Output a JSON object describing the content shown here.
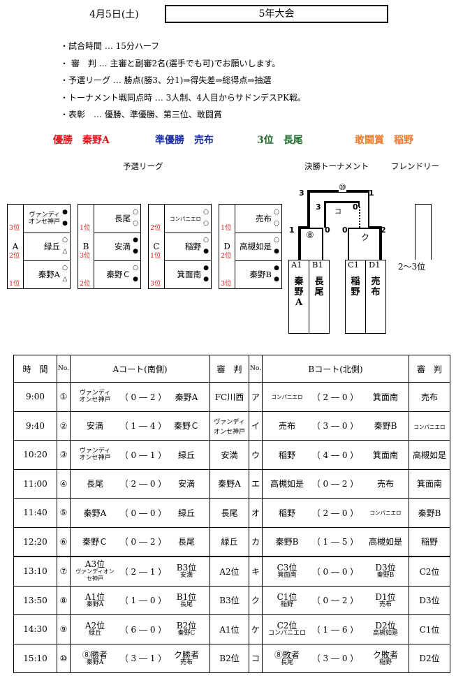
{
  "header": {
    "date": "4月5日(土)",
    "title": "5年大会"
  },
  "rules": [
    "・試合時間 … 15分ハーフ",
    "・ 審　判 … 主審と副審2名(選手でも可)でお願いします。",
    "・予選リーグ … 勝点(勝3、分1)⇒得失差⇒総得点⇒抽選",
    "・トーナメント戦同点時 … 3人制、4人目からサドンデスPK戦。",
    "・表彰　… 優勝、準優勝、第三位、敢闘賞"
  ],
  "awards": [
    {
      "label": "優勝　秦野A",
      "color": "#e0161b"
    },
    {
      "label": "準優勝　売布",
      "color": "#1a2fa8"
    },
    {
      "label": "3位　長尾",
      "color": "#1e6b2a"
    },
    {
      "label": "敢闘賞　稲野",
      "color": "#f07a2a"
    }
  ],
  "sections": {
    "league": "予選リーグ",
    "final": "決勝トーナメント",
    "friendly": "フレンドリー",
    "friendly_result": "2～3位"
  },
  "league_groups": [
    {
      "letter": "A",
      "rows": [
        {
          "team": "ヴァンディ\nオンセ神戸",
          "rank": "3位",
          "marks": [
            "●",
            "●"
          ]
        },
        {
          "team": "緑丘",
          "rank": "2位",
          "marks": [
            "○",
            "△"
          ]
        },
        {
          "team": "秦野A",
          "rank": "1位",
          "marks": [
            "○",
            "△"
          ]
        }
      ]
    },
    {
      "letter": "B",
      "rows": [
        {
          "team": "長尾",
          "rank": "1位",
          "marks": [
            "○",
            "○"
          ]
        },
        {
          "team": "安満",
          "rank": "3位",
          "marks": [
            "●",
            "●"
          ]
        },
        {
          "team": "秦野Ｃ",
          "rank": "2位",
          "marks": [
            "○",
            "●"
          ]
        }
      ]
    },
    {
      "letter": "C",
      "rows": [
        {
          "team": "コンパニエロ",
          "rank": "2位",
          "marks": [
            "○",
            "○"
          ]
        },
        {
          "team": "稲野",
          "rank": "1位",
          "marks": [
            "○",
            "●"
          ]
        },
        {
          "team": "箕面南",
          "rank": "3位",
          "marks": [
            "●",
            "●"
          ]
        }
      ]
    },
    {
      "letter": "D",
      "rows": [
        {
          "team": "売布",
          "rank": "1位",
          "marks": [
            "○",
            "○"
          ]
        },
        {
          "team": "高槻如是",
          "rank": "2位",
          "marks": [
            "○",
            "●"
          ]
        },
        {
          "team": "秦野B",
          "rank": "3位",
          "marks": [
            "●",
            "●"
          ]
        }
      ]
    }
  ],
  "bracket": {
    "final_label": "⑩",
    "semi1_label": "⑧",
    "semi2_label": "ク",
    "third_label": "コ",
    "scores": {
      "final_left": "3",
      "final_right": "1",
      "third_left": "3",
      "third_right": "0",
      "semi1_left": "1",
      "semi1_right": "0",
      "semi2_left": "0",
      "semi2_right": "2"
    },
    "slots": [
      {
        "label": "A1",
        "team": "秦野A"
      },
      {
        "label": "B1",
        "team": "長尾"
      },
      {
        "label": "C1",
        "team": "稲野"
      },
      {
        "label": "D1",
        "team": "売布"
      }
    ]
  },
  "schedule": {
    "headers": {
      "time": "時　間",
      "no": "No.",
      "a_court": "Aコート(南側)",
      "ref": "審　判",
      "no2": "No.",
      "b_court": "Bコート(北側)",
      "ref2": "審　判"
    },
    "rows": [
      {
        "time": "9:00",
        "a_no": "①",
        "a_left": "ヴァンディ\nオンセ神戸",
        "a_score": "（ 0 ― 2 ）",
        "a_right": "秦野A",
        "a_ref": "FC川西",
        "b_no": "ア",
        "b_left": "コンパニエロ",
        "b_score": "（ 2 ― 0 ）",
        "b_right": "箕面南",
        "b_ref": "売布"
      },
      {
        "time": "9:40",
        "a_no": "②",
        "a_left": "安満",
        "a_score": "（ 1 ― 4 ）",
        "a_right": "秦野Ｃ",
        "a_ref": "ヴァンディ\nオンセ神戸",
        "b_no": "イ",
        "b_left": "売布",
        "b_score": "（ 3 ― 0 ）",
        "b_right": "秦野B",
        "b_ref": "コンパニエロ"
      },
      {
        "time": "10:20",
        "a_no": "③",
        "a_left": "ヴァンディ\nオンセ神戸",
        "a_score": "（ 0 ― 1 ）",
        "a_right": "緑丘",
        "a_ref": "安満",
        "b_no": "ウ",
        "b_left": "稲野",
        "b_score": "（ 4 ― 0 ）",
        "b_right": "箕面南",
        "b_ref": "高槻如是"
      },
      {
        "time": "11:00",
        "a_no": "④",
        "a_left": "長尾",
        "a_score": "（ 2 ― 0 ）",
        "a_right": "安満",
        "a_ref": "秦野A",
        "b_no": "エ",
        "b_left": "高槻如是",
        "b_score": "（ 0 ― 2 ）",
        "b_right": "売布",
        "b_ref": "箕面南"
      },
      {
        "time": "11:40",
        "a_no": "⑤",
        "a_left": "秦野A",
        "a_score": "（ 0 ― 0 ）",
        "a_right": "緑丘",
        "a_ref": "長尾",
        "b_no": "オ",
        "b_left": "稲野",
        "b_score": "（ 2 ― 0 ）",
        "b_right": "コンパニエロ",
        "b_ref": "秦野B"
      },
      {
        "time": "12:20",
        "a_no": "⑥",
        "a_left": "秦野Ｃ",
        "a_score": "（ 0 ― 2 ）",
        "a_right": "長尾",
        "a_ref": "緑丘",
        "b_no": "カ",
        "b_left": "秦野B",
        "b_score": "（ 1 ― 5 ）",
        "b_right": "高槻如是",
        "b_ref": "稲野"
      },
      {
        "time": "13:10",
        "a_no": "⑦",
        "a_left": "A3位",
        "a_left_sub": "ヴァンディオンセ神戸",
        "a_score": "（ 2 ― 1 ）",
        "a_right": "B3位",
        "a_right_sub": "安満",
        "a_ref": "A2位",
        "b_no": "キ",
        "b_left": "C3位",
        "b_left_sub": "箕面南",
        "b_score": "（ 0 ― 0 ）",
        "b_right": "D3位",
        "b_right_sub": "秦野B",
        "b_ref": "C2位"
      },
      {
        "time": "13:50",
        "a_no": "⑧",
        "a_left": "A1位",
        "a_left_sub": "秦野A",
        "a_score": "（ 1 ― 0 ）",
        "a_right": "B1位",
        "a_right_sub": "長尾",
        "a_ref": "B3位",
        "b_no": "ク",
        "b_left": "C1位",
        "b_left_sub": "稲野",
        "b_score": "（ 0 ― 2 ）",
        "b_right": "D1位",
        "b_right_sub": "売布",
        "b_ref": "D3位"
      },
      {
        "time": "14:30",
        "a_no": "⑨",
        "a_left": "A2位",
        "a_left_sub": "緑丘",
        "a_score": "（ 6 ― 0 ）",
        "a_right": "B2位",
        "a_right_sub": "秦野C",
        "a_ref": "A1位",
        "b_no": "ケ",
        "b_left": "C2位",
        "b_left_sub": "コンパニエロ",
        "b_score": "（ 1 ― 6 ）",
        "b_right": "D2位",
        "b_right_sub": "高槻如是",
        "b_ref": "C1位"
      },
      {
        "time": "15:10",
        "a_no": "⑩",
        "a_left": "⑧勝者",
        "a_left_sub": "秦野A",
        "a_score": "（ 3 ― 1 ）",
        "a_right": "ク勝者",
        "a_right_sub": "売布",
        "a_ref": "B2位",
        "b_no": "コ",
        "b_left": "⑧敗者",
        "b_left_sub": "長尾",
        "b_score": "（ 3 ― 0 ）",
        "b_right": "ク敗者",
        "b_right_sub": "稲野",
        "b_ref": "D2位"
      }
    ]
  }
}
